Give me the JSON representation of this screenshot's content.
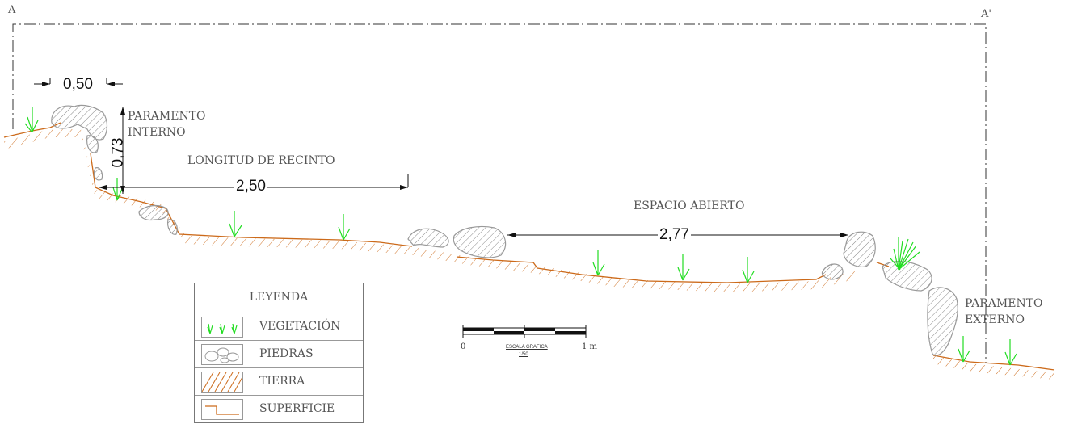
{
  "section": {
    "start_label": "A",
    "end_label": "A'"
  },
  "dimensions": {
    "wall_width": "0,50",
    "wall_height": "0,73",
    "enclosure_length": "2,50",
    "open_space": "2,77"
  },
  "labels": {
    "internal_wall": [
      "PARAMENTO",
      "INTERNO"
    ],
    "enclosure": "LONGITUD DE RECINTO",
    "open_space": "ESPACIO ABIERTO",
    "external_wall": [
      "PARAMENTO",
      "EXTERNO"
    ]
  },
  "legend": {
    "title": "LEYENDA",
    "items": [
      {
        "name": "VEGETACIÓN",
        "icon": "vegetation-icon"
      },
      {
        "name": "PIEDRAS",
        "icon": "stones-icon"
      },
      {
        "name": "TIERRA",
        "icon": "soil-hatch-icon"
      },
      {
        "name": "SUPERFICIE",
        "icon": "surface-line-icon"
      }
    ]
  },
  "scale_bar": {
    "start": "0",
    "end": "1 m",
    "caption": "ESCALA GRAFICA",
    "ratio": "1/50"
  },
  "colors": {
    "vegetation": "#22dd22",
    "soil": "#cc6a1a",
    "stone": "#999999",
    "line": "#222222"
  }
}
